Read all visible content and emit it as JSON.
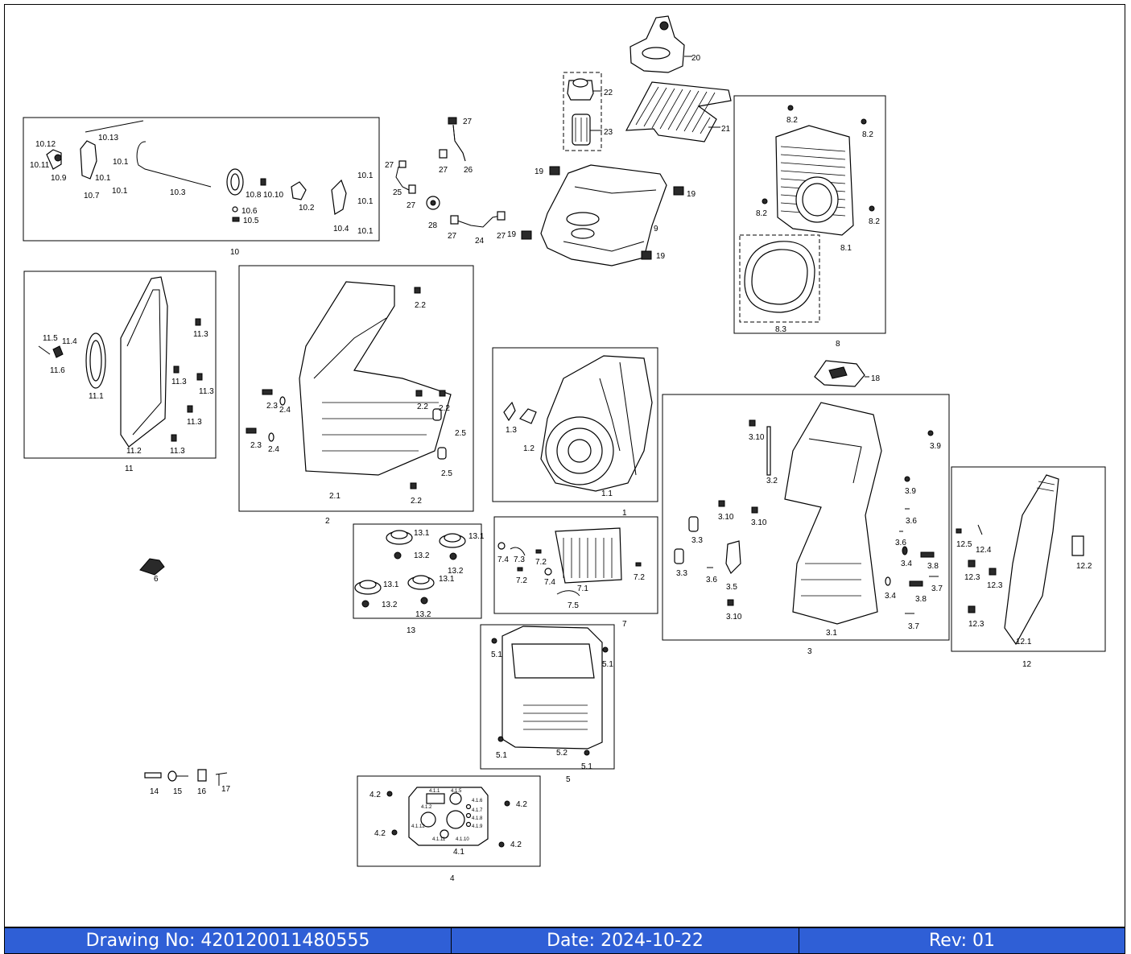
{
  "footer": {
    "drawing_no": "Drawing No: 420120011480555",
    "date": "Date: 2024-10-22",
    "rev": "Rev: 01"
  },
  "groups": {
    "g1": "1",
    "g2": "2",
    "g3": "3",
    "g4": "4",
    "g5": "5",
    "g6": "6",
    "g7": "7",
    "g8": "8",
    "g10": "10",
    "g11": "11",
    "g12": "12",
    "g13": "13"
  },
  "labels": {
    "p20": "20",
    "p21": "21",
    "p22": "22",
    "p23": "23",
    "p27a": "27",
    "p27b": "27",
    "p27c": "27",
    "p27d": "27",
    "p27e": "27",
    "p27f": "27",
    "p26": "26",
    "p25": "25",
    "p24": "24",
    "p28": "28",
    "p19a": "19",
    "p19b": "19",
    "p19c": "19",
    "p19d": "19",
    "p9": "9",
    "p8_2a": "8.2",
    "p8_2b": "8.2",
    "p8_2c": "8.2",
    "p8_2d": "8.2",
    "p8_1": "8.1",
    "p8_3": "8.3",
    "p18": "18",
    "p10_13": "10.13",
    "p10_12": "10.12",
    "p10_11": "10.11",
    "p10_9": "10.9",
    "p10_7": "10.7",
    "p10_1a": "10.1",
    "p10_1b": "10.1",
    "p10_1c": "10.1",
    "p10_1d": "10.1",
    "p10_1e": "10.1",
    "p10_1f": "10.1",
    "p10_3": "10.3",
    "p10_8": "10.8",
    "p10_10": "10.10",
    "p10_2": "10.2",
    "p10_6": "10.6",
    "p10_5": "10.5",
    "p10_4": "10.4",
    "p11_5": "11.5",
    "p11_4": "11.4",
    "p11_6": "11.6",
    "p11_1": "11.1",
    "p11_2": "11.2",
    "p11_3a": "11.3",
    "p11_3b": "11.3",
    "p11_3c": "11.3",
    "p11_3d": "11.3",
    "p11_3e": "11.3",
    "p2_2a": "2.2",
    "p2_2b": "2.2",
    "p2_2c": "2.2",
    "p2_2d": "2.2",
    "p2_3a": "2.3",
    "p2_3b": "2.3",
    "p2_4a": "2.4",
    "p2_4b": "2.4",
    "p2_5a": "2.5",
    "p2_5b": "2.5",
    "p2_1": "2.1",
    "p1_3": "1.3",
    "p1_2": "1.2",
    "p1_1": "1.1",
    "p3_10a": "3.10",
    "p3_10b": "3.10",
    "p3_10c": "3.10",
    "p3_10d": "3.10",
    "p3_2": "3.2",
    "p3_9a": "3.9",
    "p3_9b": "3.9",
    "p3_6a": "3.6",
    "p3_6b": "3.6",
    "p3_6c": "3.6",
    "p3_3a": "3.3",
    "p3_3b": "3.3",
    "p3_5": "3.5",
    "p3_4a": "3.4",
    "p3_4b": "3.4",
    "p3_8a": "3.8",
    "p3_8b": "3.8",
    "p3_7a": "3.7",
    "p3_7b": "3.7",
    "p3_1": "3.1",
    "p12_5": "12.5",
    "p12_4": "12.4",
    "p12_3a": "12.3",
    "p12_3b": "12.3",
    "p12_3c": "12.3",
    "p12_2": "12.2",
    "p12_1": "12.1",
    "p13_1a": "13.1",
    "p13_1b": "13.1",
    "p13_1c": "13.1",
    "p13_1d": "13.1",
    "p13_2a": "13.2",
    "p13_2b": "13.2",
    "p13_2c": "13.2",
    "p13_2d": "13.2",
    "p7_4a": "7.4",
    "p7_3": "7.3",
    "p7_2a": "7.2",
    "p7_2b": "7.2",
    "p7_2c": "7.2",
    "p7_4b": "7.4",
    "p7_1": "7.1",
    "p7_5": "7.5",
    "p5_1a": "5.1",
    "p5_1b": "5.1",
    "p5_1c": "5.1",
    "p5_1d": "5.1",
    "p5_2": "5.2",
    "p14": "14",
    "p15": "15",
    "p16": "16",
    "p17": "17",
    "p4_2a": "4.2",
    "p4_2b": "4.2",
    "p4_2c": "4.2",
    "p4_2d": "4.2",
    "p4_1": "4.1",
    "p4_1_1": "4.1.1",
    "p4_1_5": "4.1.5",
    "p4_1_6": "4.1.6",
    "p4_1_7": "4.1.7",
    "p4_1_8": "4.1.8",
    "p4_1_9": "4.1.9",
    "p4_1_10": "4.1.10",
    "p4_1_11": "4.1.11",
    "p4_1_12": "4.1.12",
    "p4_1_2": "4.1.2"
  }
}
